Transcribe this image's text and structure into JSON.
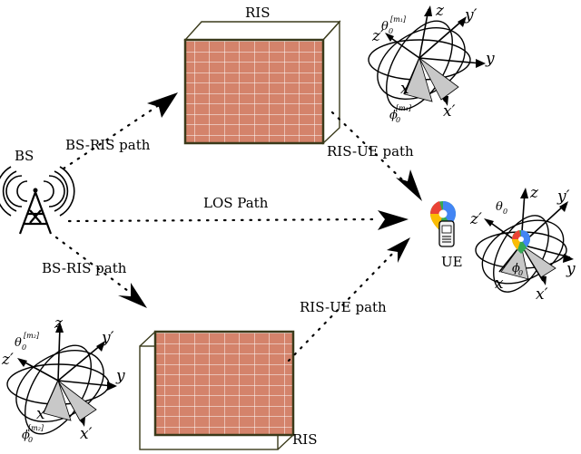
{
  "labels": {
    "bs": "BS",
    "ris_top": "RIS",
    "ris_bottom": "RIS",
    "ue": "UE",
    "bs_ris_top": "BS-RIS path",
    "bs_ris_bottom": "BS-RIS path",
    "ris_ue_top": "RIS-UE path",
    "ris_ue_bottom": "RIS-UE path",
    "los": "LOS Path"
  },
  "axes_top": {
    "theta": "θ",
    "theta_sub": "0",
    "theta_sup": "[m₁]",
    "phi": "ϕ",
    "phi_sub": "0",
    "phi_sup": "[m₁]",
    "z": "z",
    "zp": "z′",
    "y": "y",
    "yp": "y′",
    "x": "x",
    "xp": "x′"
  },
  "axes_ue": {
    "theta": "θ",
    "theta_sub": "0",
    "phi": "ϕ",
    "phi_sub": "0",
    "z": "z",
    "zp": "z′",
    "y": "y",
    "yp": "y′",
    "x": "x",
    "xp": "x′"
  },
  "axes_bottom": {
    "theta": "θ",
    "theta_sub": "0",
    "theta_sup": "[m₂]",
    "phi": "ϕ",
    "phi_sub": "0",
    "phi_sup": "[m₂]",
    "z": "z",
    "zp": "z′",
    "y": "y",
    "yp": "y′",
    "x": "x",
    "xp": "x′"
  },
  "colors": {
    "ris_tile": "#d4836b",
    "ris_frame": "#3a3a1a",
    "ris_grid": "#ffffff",
    "pin_blue": "#4285f4",
    "pin_green": "#34a853",
    "pin_yellow": "#fbbc04",
    "pin_red": "#ea4335"
  },
  "ris_grid": {
    "rows": 9,
    "cols": 9
  }
}
